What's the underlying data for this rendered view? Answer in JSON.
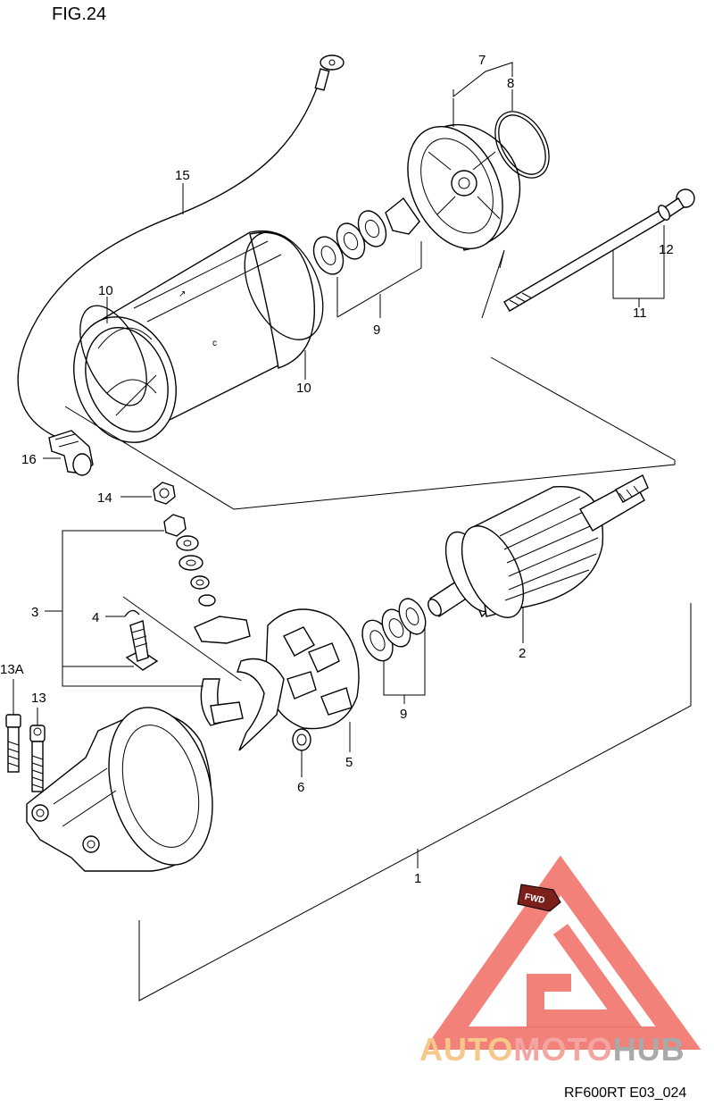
{
  "figure": {
    "title": "FIG.24",
    "code": "RF600RT E03_024"
  },
  "labels": {
    "l1": "1",
    "l2": "2",
    "l3": "3",
    "l4": "4",
    "l5": "5",
    "l6": "6",
    "l7": "7",
    "l8": "8",
    "l9a": "9",
    "l9b": "9",
    "l10a": "10",
    "l10b": "10",
    "l11": "11",
    "l12": "12",
    "l13": "13",
    "l13a": "13A",
    "l14": "14",
    "l15": "15",
    "l16": "16"
  },
  "fwd_tag": "FWD",
  "watermark": {
    "part1": "AUTO",
    "part2": "MOTO",
    "part3": "HUB",
    "colors": {
      "auto": "#f6c98a",
      "moto": "#f3a6a1",
      "hub": "#a9a9a9",
      "triangle": "#ee6b62"
    }
  }
}
